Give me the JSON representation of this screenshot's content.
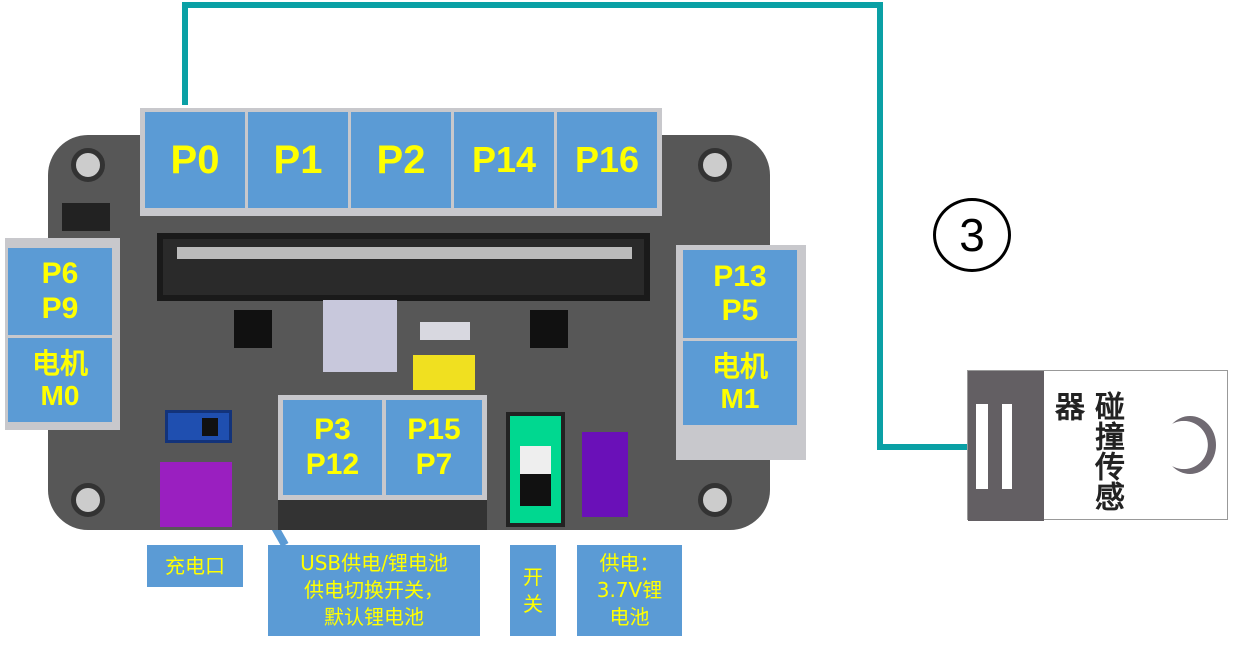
{
  "top_pins": [
    "P0",
    "P1",
    "P2",
    "P14",
    "P16"
  ],
  "left_block": {
    "pins": "P6\nP9",
    "motor": "电机\nM0"
  },
  "right_block": {
    "pins": "P13\nP5",
    "motor": "电机\nM1"
  },
  "middle_block": [
    "P3\nP12",
    "P15\nP7"
  ],
  "labels": {
    "charge": "充电口",
    "usb_switch": "USB供电/锂电池\n供电切换开关，\n默认锂电池",
    "switch": "开\n关",
    "power": "供电：\n3.7V锂\n电池"
  },
  "step": "3",
  "sensor": {
    "label": "碰撞传感器"
  },
  "colors": {
    "cable": "#0aa0a5",
    "cell": "#5b9bd5",
    "text": "#ffff00",
    "board": "#575757"
  }
}
